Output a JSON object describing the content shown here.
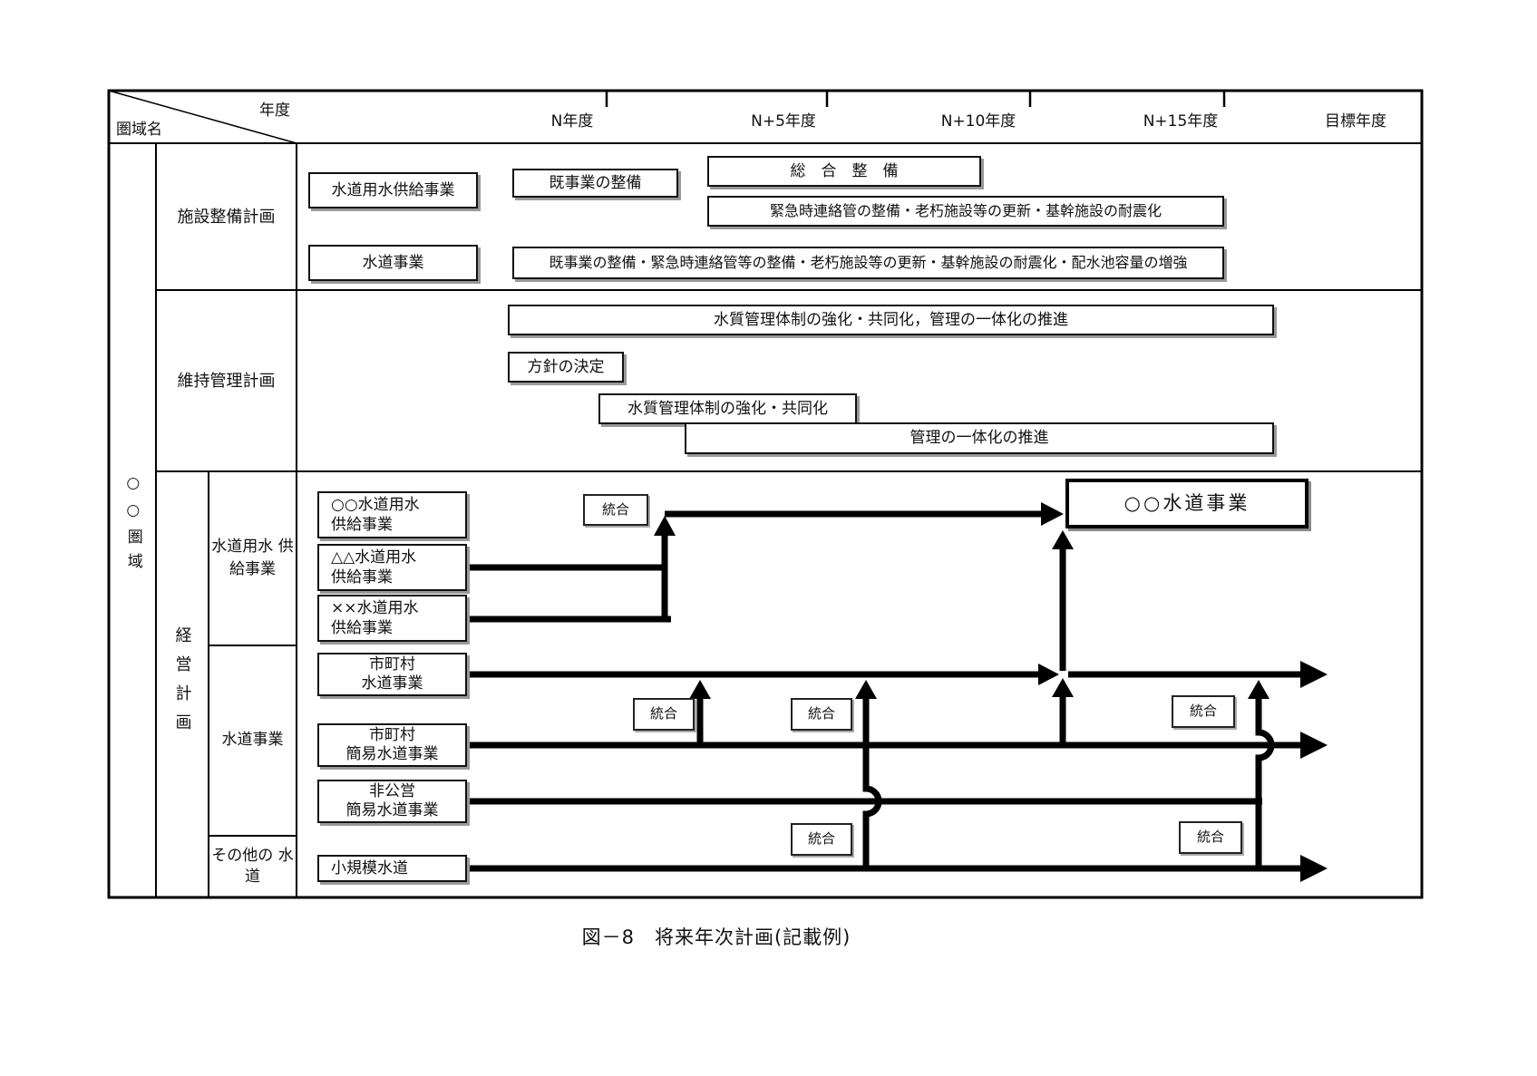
{
  "page": {
    "caption": "図－8　将来年次計画(記載例)"
  },
  "header": {
    "corner_year": "年度",
    "corner_region": "圏域名",
    "columns": [
      "N年度",
      "N+5年度",
      "N+10年度",
      "N+15年度",
      "目標年度"
    ]
  },
  "left": {
    "region": "○○圏域",
    "section_facility": "施設整備計画",
    "section_maintenance": "維持管理計画",
    "section_management": "経営計画",
    "row_supply": [
      "水道用水",
      "供給事業"
    ],
    "row_water": "水道事業",
    "row_other": [
      "その他の",
      "水道"
    ]
  },
  "facility": {
    "supply_label": "水道用水供給事業",
    "existing": "既事業の整備",
    "comprehensive": "総　合　整　備",
    "emergency": "緊急時連絡管の整備・老朽施設等の更新・基幹施設の耐震化",
    "water_label": "水道事業",
    "water_tasks": "既事業の整備・緊急時連絡管等の整備・老朽施設等の更新・基幹施設の耐震化・配水池容量の増強"
  },
  "maintenance": {
    "strengthen_unify": "水質管理体制の強化・共同化，管理の一体化の推進",
    "policy": "方針の決定",
    "strengthen": "水質管理体制の強化・共同化",
    "unify": "管理の一体化の推進"
  },
  "management": {
    "oo_supply": [
      "○○水道用水",
      "供給事業"
    ],
    "aa_supply": [
      "△△水道用水",
      "供給事業"
    ],
    "xx_supply": [
      "××水道用水",
      "供給事業"
    ],
    "municipal_water": [
      "市町村",
      "水道事業"
    ],
    "municipal_simple": [
      "市町村",
      "簡易水道事業"
    ],
    "private_simple": [
      "非公営",
      "簡易水道事業"
    ],
    "small_scale": "小規模水道",
    "goal": "○○水道事業",
    "merge_label": "統合"
  }
}
